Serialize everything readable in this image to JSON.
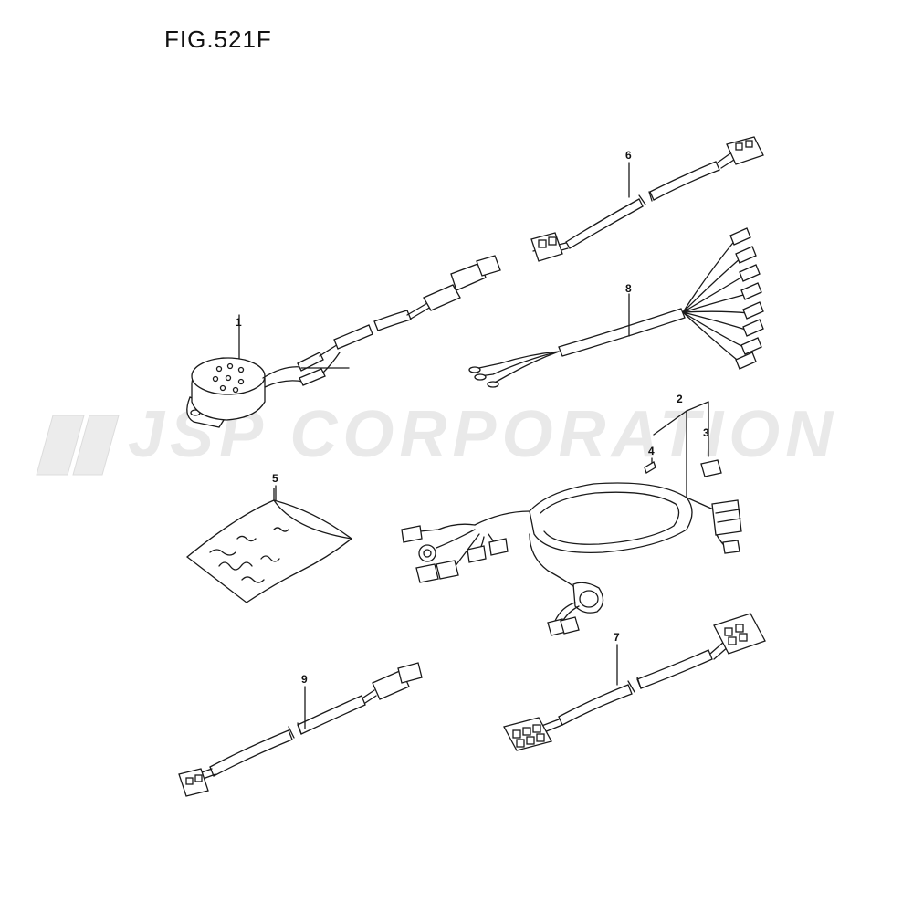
{
  "figure": {
    "title": "FIG.521F"
  },
  "watermark": {
    "text": "JSP CORPORATION"
  },
  "callouts": [
    {
      "id": "1",
      "label": "1"
    },
    {
      "id": "2",
      "label": "2"
    },
    {
      "id": "3",
      "label": "3"
    },
    {
      "id": "4",
      "label": "4"
    },
    {
      "id": "5",
      "label": "5"
    },
    {
      "id": "6",
      "label": "6"
    },
    {
      "id": "7",
      "label": "7"
    },
    {
      "id": "8",
      "label": "8"
    },
    {
      "id": "9",
      "label": "9"
    }
  ]
}
